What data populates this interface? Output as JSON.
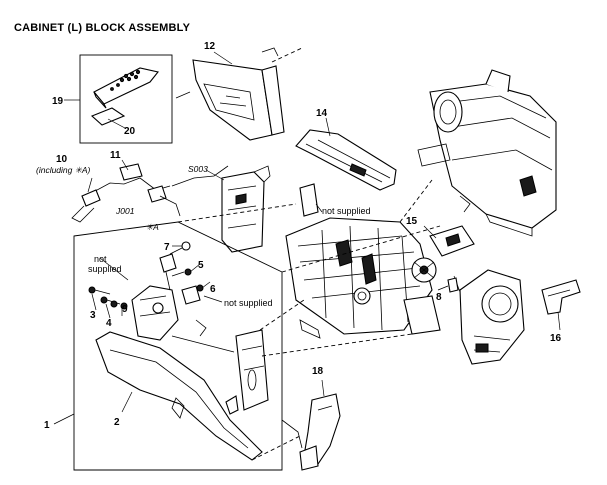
{
  "title": "CABINET (L) BLOCK ASSEMBLY",
  "callouts": {
    "p1": "1",
    "p2": "2",
    "p3": "3",
    "p4": "4",
    "p5": "5",
    "p6": "6",
    "p7": "7",
    "p8": "8",
    "p9": "9",
    "p10": "10",
    "p10_note": "(including ✳A)",
    "p11": "11",
    "p12": "12",
    "p14": "14",
    "p15": "15",
    "p16": "16",
    "p18": "18",
    "p19": "19",
    "p20": "20"
  },
  "labels": {
    "s003": "S003",
    "j001": "J001",
    "a_mark": "✳A",
    "not_supplied_top": "not supplied",
    "not_supplied_left_1": "not",
    "not_supplied_left_2": "supplied",
    "not_supplied_right": "not supplied"
  }
}
